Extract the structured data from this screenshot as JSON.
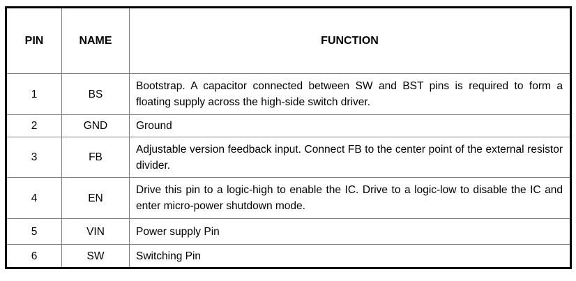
{
  "table": {
    "headers": [
      "PIN",
      "NAME",
      "FUNCTION"
    ],
    "rows": [
      {
        "pin": "1",
        "name": "BS",
        "function": "Bootstrap. A capacitor connected between SW and BST pins is required to form a floating supply across the high-side switch driver."
      },
      {
        "pin": "2",
        "name": "GND",
        "function": "Ground"
      },
      {
        "pin": "3",
        "name": "FB",
        "function": "Adjustable version feedback input. Connect FB to the center point of the external resistor divider."
      },
      {
        "pin": "4",
        "name": "EN",
        "function": "Drive this pin to a logic-high to enable the IC. Drive to a logic-low to disable the IC and enter micro-power shutdown mode."
      },
      {
        "pin": "5",
        "name": "VIN",
        "function": "Power supply Pin"
      },
      {
        "pin": "6",
        "name": "SW",
        "function": "Switching Pin"
      }
    ],
    "colors": {
      "outer_border": "#000000",
      "grid_line": "#7f7f7f",
      "text": "#000000",
      "background": "#ffffff"
    }
  }
}
